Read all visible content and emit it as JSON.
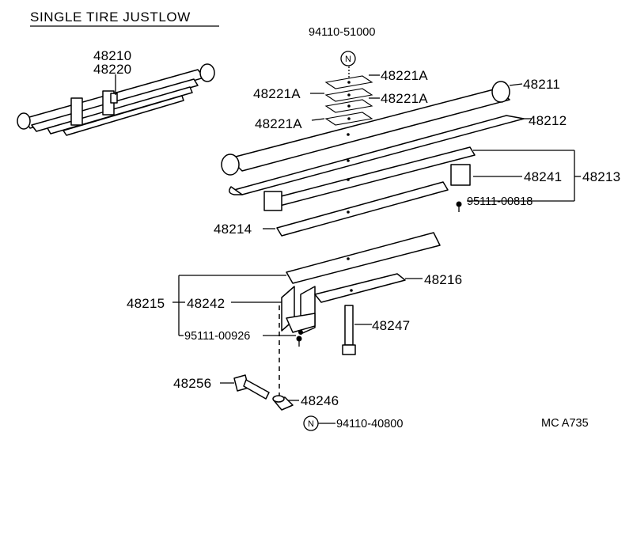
{
  "title": "SINGLE TIRE JUSTLOW",
  "footer_code": "MC  A735",
  "n_marker": "N",
  "parts": {
    "p48210": "48210",
    "p48220": "48220",
    "p94110_51000": "94110-51000",
    "p48221A_1": "48221A",
    "p48221A_2": "48221A",
    "p48221A_3": "48221A",
    "p48221A_4": "48221A",
    "p48211": "48211",
    "p48212": "48212",
    "p48241": "48241",
    "p48213": "48213",
    "p95111_00818": "95111-00818",
    "p48214": "48214",
    "p48216": "48216",
    "p48215": "48215",
    "p48242": "48242",
    "p48247": "48247",
    "p95111_00926": "95111-00926",
    "p48256": "48256",
    "p48246": "48246",
    "p94110_40800": "94110-40800"
  }
}
